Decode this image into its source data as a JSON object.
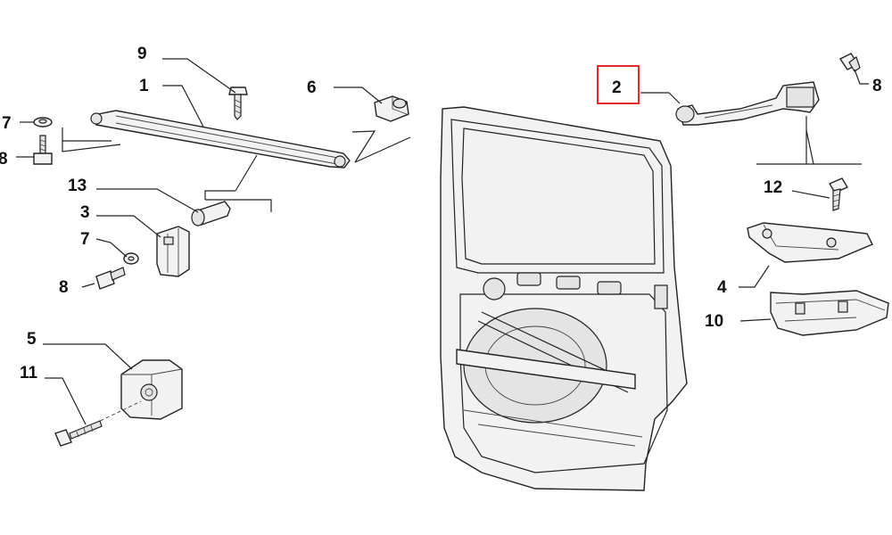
{
  "callouts": [
    {
      "id": "c9",
      "text": "9"
    },
    {
      "id": "c1",
      "text": "1"
    },
    {
      "id": "c6",
      "text": "6"
    },
    {
      "id": "c7a",
      "text": "7"
    },
    {
      "id": "c8a",
      "text": "8"
    },
    {
      "id": "c13",
      "text": "13"
    },
    {
      "id": "c3",
      "text": "3"
    },
    {
      "id": "c7b",
      "text": "7"
    },
    {
      "id": "c8b",
      "text": "8"
    },
    {
      "id": "c5",
      "text": "5"
    },
    {
      "id": "c11",
      "text": "11"
    },
    {
      "id": "c2",
      "text": "2"
    },
    {
      "id": "c8c",
      "text": "8"
    },
    {
      "id": "c12",
      "text": "12"
    },
    {
      "id": "c4",
      "text": "4"
    },
    {
      "id": "c10",
      "text": "10"
    }
  ],
  "highlight": {
    "callout": "2",
    "color": "#e8272a"
  },
  "colors": {
    "line": "#222222",
    "fill": "#f2f2f2",
    "background": "#ffffff"
  }
}
